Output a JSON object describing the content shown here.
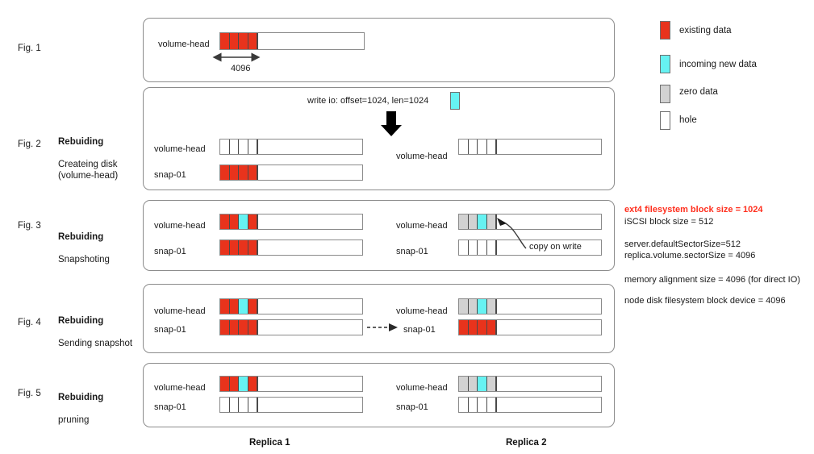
{
  "figures": [
    {
      "id": "fig1",
      "label": "Fig. 1",
      "title": "",
      "subtitle": "",
      "dimension_label": "4096",
      "rows": [
        {
          "replica": 1,
          "name": "volume-head",
          "cells": [
            "red",
            "red",
            "red",
            "red"
          ]
        }
      ]
    },
    {
      "id": "fig2",
      "label": "Fig. 2",
      "title": "Rebuiding",
      "subtitle": "Createing disk\n(volume-head)",
      "write_io_text": "write io: offset=1024, len=1024",
      "rows": [
        {
          "replica": 1,
          "name": "volume-head",
          "cells": [
            "hole",
            "hole",
            "hole",
            "hole"
          ]
        },
        {
          "replica": 1,
          "name": "snap-01",
          "cells": [
            "red",
            "red",
            "red",
            "red"
          ]
        },
        {
          "replica": 2,
          "name": "volume-head",
          "cells": [
            "hole",
            "hole",
            "hole",
            "hole"
          ]
        }
      ]
    },
    {
      "id": "fig3",
      "label": "Fig. 3",
      "title": "Rebuiding",
      "subtitle": "Snapshoting",
      "annotation": "copy on write",
      "rows": [
        {
          "replica": 1,
          "name": "volume-head",
          "cells": [
            "red",
            "red",
            "cyan",
            "red"
          ]
        },
        {
          "replica": 1,
          "name": "snap-01",
          "cells": [
            "red",
            "red",
            "red",
            "red"
          ]
        },
        {
          "replica": 2,
          "name": "volume-head",
          "cells": [
            "gray",
            "gray",
            "cyan",
            "gray"
          ]
        },
        {
          "replica": 2,
          "name": "snap-01",
          "cells": [
            "hole",
            "hole",
            "hole",
            "hole"
          ]
        }
      ]
    },
    {
      "id": "fig4",
      "label": "Fig. 4",
      "title": "Rebuiding",
      "subtitle": "Sending snapshot",
      "rows": [
        {
          "replica": 1,
          "name": "volume-head",
          "cells": [
            "red",
            "red",
            "cyan",
            "red"
          ]
        },
        {
          "replica": 1,
          "name": "snap-01",
          "cells": [
            "red",
            "red",
            "red",
            "red"
          ]
        },
        {
          "replica": 2,
          "name": "volume-head",
          "cells": [
            "gray",
            "gray",
            "cyan",
            "gray"
          ]
        },
        {
          "replica": 2,
          "name": "snap-01",
          "cells": [
            "red",
            "red",
            "red",
            "red"
          ]
        }
      ]
    },
    {
      "id": "fig5",
      "label": "Fig. 5",
      "title": "Rebuiding",
      "subtitle": "pruning",
      "rows": [
        {
          "replica": 1,
          "name": "volume-head",
          "cells": [
            "red",
            "red",
            "cyan",
            "red"
          ]
        },
        {
          "replica": 1,
          "name": "snap-01",
          "cells": [
            "hole",
            "hole",
            "hole",
            "hole"
          ]
        },
        {
          "replica": 2,
          "name": "volume-head",
          "cells": [
            "gray",
            "gray",
            "cyan",
            "gray"
          ]
        },
        {
          "replica": 2,
          "name": "snap-01",
          "cells": [
            "hole",
            "hole",
            "hole",
            "hole"
          ]
        }
      ]
    }
  ],
  "footer": {
    "replica1": "Replica 1",
    "replica2": "Replica 2"
  },
  "legend": {
    "items": [
      {
        "key": "existing",
        "label": "existing data",
        "color": "#e8331c"
      },
      {
        "key": "incoming",
        "label": "incoming new data",
        "color": "#66f2f2"
      },
      {
        "key": "zero",
        "label": "zero data",
        "color": "#d2d2d2"
      },
      {
        "key": "hole",
        "label": "hole",
        "color": "#ffffff"
      }
    ]
  },
  "notes": {
    "line1": "ext4 filesystem block size = 1024",
    "line2": "iSCSI block size = 512",
    "line3": "server.defaultSectorSize=512",
    "line4": "replica.volume.sectorSize = 4096",
    "line5": "memory alignment size = 4096 (for direct IO)",
    "line6": "node disk filesystem block device = 4096",
    "highlight_color": "#ff2f1e"
  }
}
